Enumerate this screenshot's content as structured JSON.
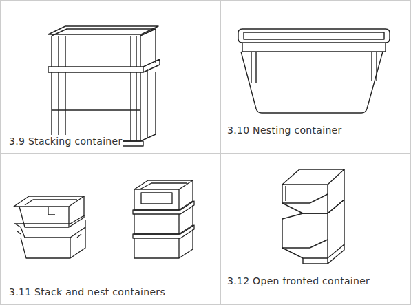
{
  "diagram": {
    "labels": [
      "3.9 Stacking container",
      "3.10 Nesting container",
      "3.11 Stack and nest containers",
      "3.12 Open fronted container"
    ]
  }
}
